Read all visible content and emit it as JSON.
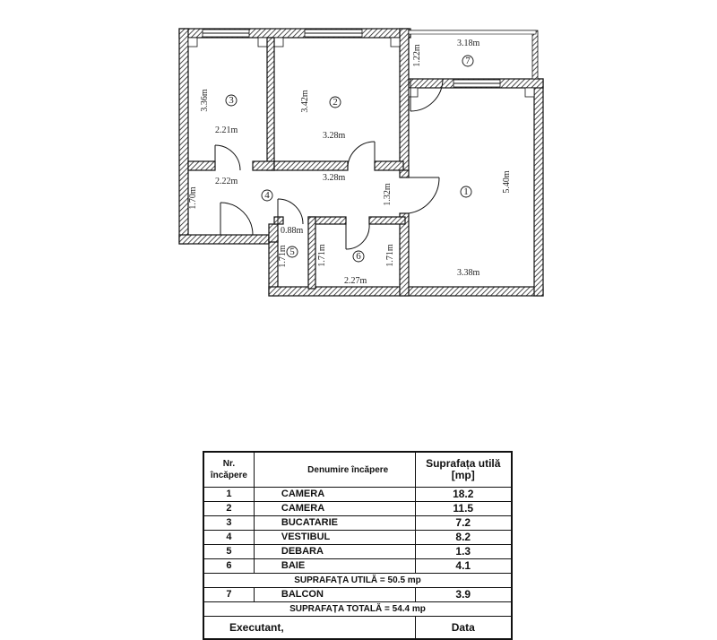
{
  "plan": {
    "rooms": [
      {
        "id": "room-1",
        "num": "1"
      },
      {
        "id": "room-2",
        "num": "2"
      },
      {
        "id": "room-3",
        "num": "3"
      },
      {
        "id": "room-4",
        "num": "4"
      },
      {
        "id": "room-5",
        "num": "5"
      },
      {
        "id": "room-6",
        "num": "6"
      },
      {
        "id": "room-7",
        "num": "7"
      }
    ],
    "dims": {
      "r1_width": "3.38m",
      "r1_height": "5.40m",
      "r2_width": "3.28m",
      "r2_height": "3.42m",
      "r3_width": "2.21m",
      "r3_height": "3.36m",
      "r4_width_left": "2.22m",
      "r4_width_right": "3.28m",
      "r4_height_left": "1.70m",
      "r4_height_right": "1.32m",
      "r5_width": "0.88m",
      "r5_height": "1.71m",
      "r6_width": "2.27m",
      "r6_height_left": "1.71m",
      "r6_height_right": "1.71m",
      "r7_width": "3.18m",
      "r7_height": "1.22m"
    }
  },
  "table": {
    "header": {
      "nr": "Nr.",
      "nr2": "încăpere",
      "name": "Denumire încăpere",
      "area": "Suprafața utilă [mp]"
    },
    "rows": [
      {
        "nr": "1",
        "name": "CAMERA",
        "area": "18.2"
      },
      {
        "nr": "2",
        "name": "CAMERA",
        "area": "11.5"
      },
      {
        "nr": "3",
        "name": "BUCATARIE",
        "area": "7.2"
      },
      {
        "nr": "4",
        "name": "VESTIBUL",
        "area": "8.2"
      },
      {
        "nr": "5",
        "name": "DEBARA",
        "area": "1.3"
      },
      {
        "nr": "6",
        "name": "BAIE",
        "area": "4.1"
      }
    ],
    "useful_total": "SUPRAFAȚA UTILĂ =  50.5  mp",
    "balcony": {
      "nr": "7",
      "name": "BALCON",
      "area": "3.9"
    },
    "grand_total": "SUPRAFAȚA TOTALĂ =  54.4   mp",
    "footer": {
      "executant": "Executant,",
      "date": "Data"
    }
  }
}
